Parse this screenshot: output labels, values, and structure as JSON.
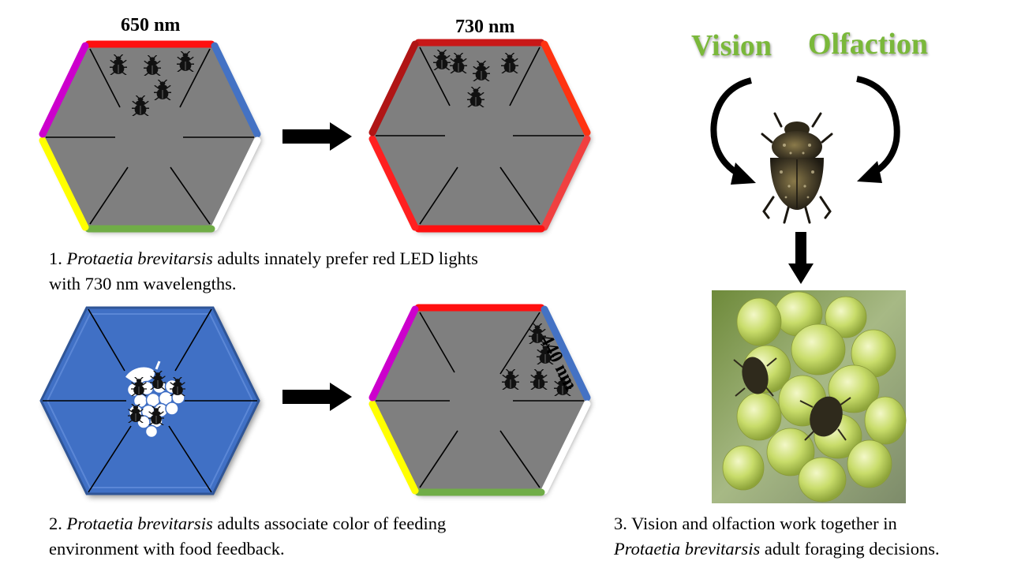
{
  "panel1": {
    "left_wavelength": "650 nm",
    "right_wavelength": "730 nm",
    "caption_num": "1.",
    "caption_species": "Protaetia brevitarsis",
    "caption_rest_line1": "adults innately prefer red LED lights",
    "caption_line2": "with 730 nm wavelengths."
  },
  "panel2": {
    "wavelength": "440 nm",
    "caption_num": "2.",
    "caption_species": "Protaetia brevitarsis",
    "caption_rest_line1": "adults associate color of feeding",
    "caption_line2": "environment with food feedback."
  },
  "panel3": {
    "vision_label": "Vision",
    "olfaction_label": "Olfaction",
    "caption_line1": "3. Vision and olfaction work together in",
    "caption_species": "Protaetia brevitarsis",
    "caption_rest_line2": "adult foraging decisions."
  },
  "colors": {
    "arena_fill": "#7f7f7f",
    "blue_arena": "#3f6fc5",
    "red": "#ff1010",
    "blue": "#4472c4",
    "white": "#ffffff",
    "green": "#70ad47",
    "yellow": "#ffff00",
    "magenta": "#cc00cc",
    "title_green": "#7ab83a"
  }
}
